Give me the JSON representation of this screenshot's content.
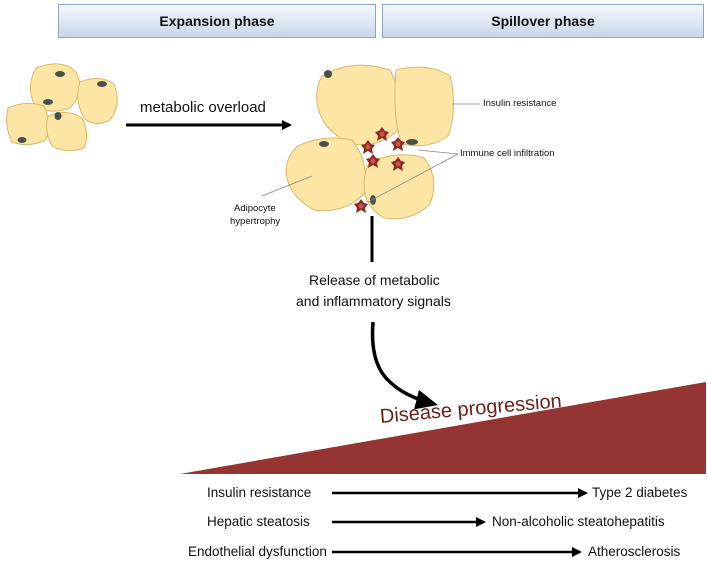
{
  "phases": {
    "left": "Expansion phase",
    "right": "Spillover phase"
  },
  "labels": {
    "overload": "metabolic overload",
    "insulin_resistance_callout": "Insulin resistance",
    "immune_infiltration": "Immune cell infiltration",
    "adipocyte_hypertrophy_1": "Adipocyte",
    "adipocyte_hypertrophy_2": "hypertrophy",
    "release_1": "Release of metabolic",
    "release_2": "and inflammatory signals",
    "disease_progression": "Disease progression"
  },
  "outcomes": [
    {
      "from": "Insulin resistance",
      "to": "Type 2 diabetes"
    },
    {
      "from": "Hepatic steatosis",
      "to": "Non-alcoholic steatohepatitis"
    },
    {
      "from": "Endothelial dysfunction",
      "to": "Atherosclerosis"
    }
  ],
  "colors": {
    "adipocyte_fill": "#fde5a6",
    "adipocyte_stroke": "#d9b96a",
    "nucleus": "#4a4f48",
    "immune_cell": "#8f2a22",
    "disease_wedge": "#943533",
    "disease_text": "#6b1f1d"
  }
}
